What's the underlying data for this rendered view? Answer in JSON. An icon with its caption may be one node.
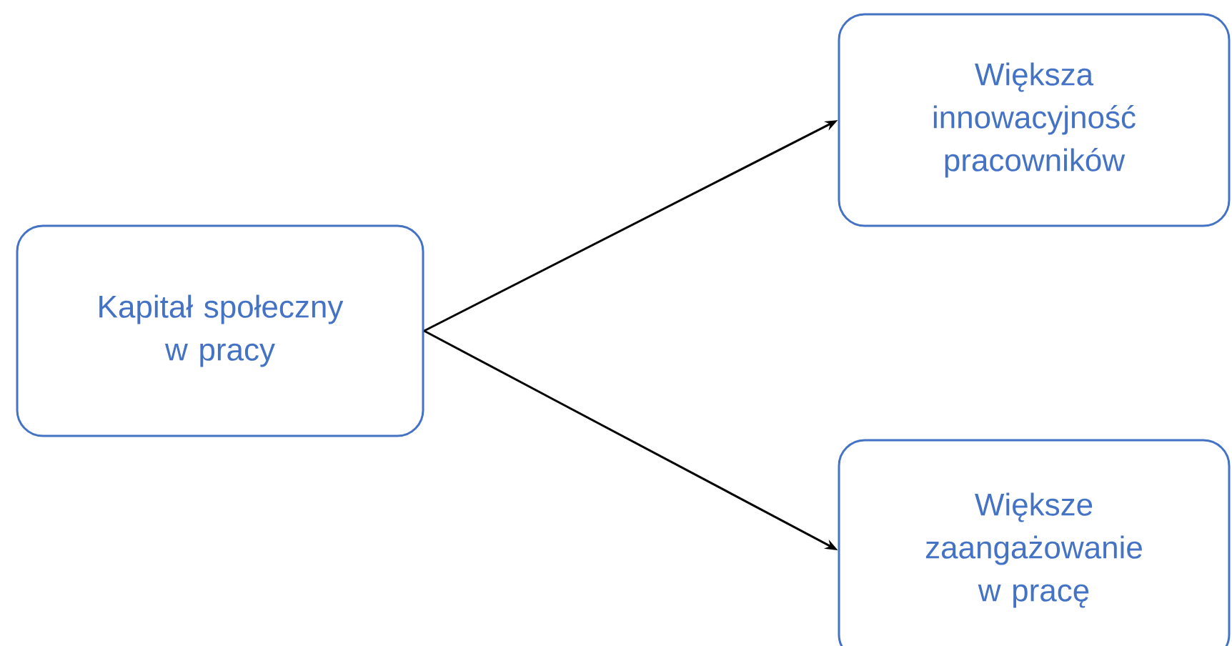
{
  "diagram": {
    "nodes": [
      {
        "text": [
          "Kapitał społeczny w pracy"
        ]
      },
      {
        "text": [
          "Większa innowacyjność pracowników"
        ]
      },
      {
        "text": [
          "Większe zaangażowanie w pracę"
        ]
      }
    ],
    "edges": [
      {
        "from": 0,
        "to": 1,
        "arrow": "to"
      },
      {
        "from": 0,
        "to": 2,
        "arrow": "to"
      }
    ]
  }
}
